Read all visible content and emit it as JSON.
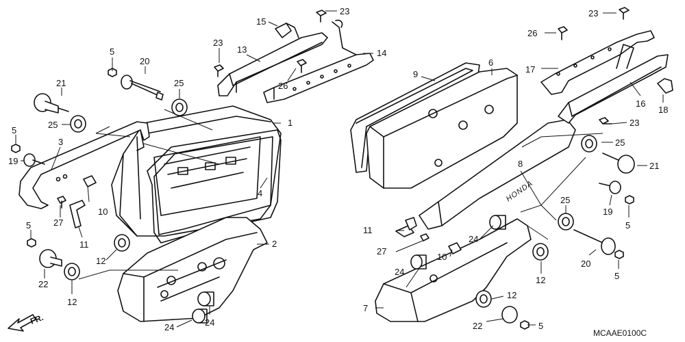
{
  "diagram": {
    "code": "MCAAE0100C",
    "direction_label": "FR.",
    "emblem_text": "HONDA",
    "callouts": {
      "c5a": "5",
      "c20a": "20",
      "c21a": "21",
      "c25a": "25",
      "c5b": "5",
      "c25b": "25",
      "c3": "3",
      "c19a": "19",
      "c10a": "10",
      "c27a": "27",
      "c5c": "5",
      "c11a": "11",
      "c22a": "22",
      "c12a": "12",
      "c12b": "12",
      "c24a": "24",
      "c24b": "24",
      "c1": "1",
      "c4": "4",
      "c2": "2",
      "c15": "15",
      "c23a": "23",
      "c23b": "23",
      "c13": "13",
      "c26a": "26",
      "c14": "14",
      "c9": "9",
      "c6": "6",
      "c8": "8",
      "c11b": "11",
      "c27b": "27",
      "c24c": "24",
      "c24d": "24",
      "c10b": "10",
      "c7": "7",
      "c12c": "12",
      "c22b": "22",
      "c5d": "5",
      "c12d": "12",
      "c23c": "23",
      "c26b": "26",
      "c17": "17",
      "c16": "16",
      "c18": "18",
      "c23d": "23",
      "c25c": "25",
      "c21b": "21",
      "c19b": "19",
      "c5e": "5",
      "c25d": "25",
      "c20b": "20",
      "c5f": "5"
    }
  }
}
